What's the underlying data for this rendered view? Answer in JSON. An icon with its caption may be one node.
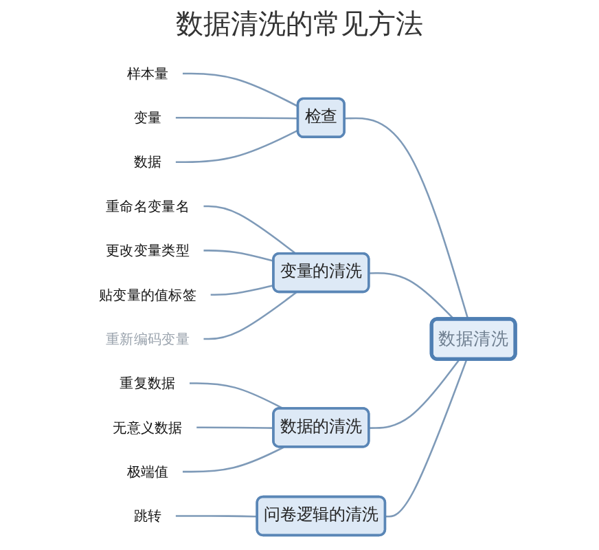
{
  "diagram": {
    "title": "数据清洗的常见方法",
    "nodes": [
      {
        "text": [
          "数据清洗"
        ]
      },
      {
        "text": [
          "检查"
        ]
      },
      {
        "text": [
          "样本量"
        ]
      },
      {
        "text": [
          "变量"
        ]
      },
      {
        "text": [
          "数据"
        ]
      },
      {
        "text": [
          "变量的清洗"
        ]
      },
      {
        "text": [
          "重命名变量名"
        ]
      },
      {
        "text": [
          "更改变量类型"
        ]
      },
      {
        "text": [
          "贴变量的值标签"
        ]
      },
      {
        "text": [
          "重新编码变量"
        ]
      },
      {
        "text": [
          "数据的清洗"
        ]
      },
      {
        "text": [
          "重复数据"
        ]
      },
      {
        "text": [
          "无意义数据"
        ]
      },
      {
        "text": [
          "极端值"
        ]
      },
      {
        "text": [
          "问卷逻辑的清洗"
        ]
      },
      {
        "text": [
          "跳转"
        ]
      }
    ],
    "edges": [
      {
        "from": 0,
        "to": 1,
        "arrow": "none"
      },
      {
        "from": 1,
        "to": 2,
        "arrow": "none"
      },
      {
        "from": 1,
        "to": 3,
        "arrow": "none"
      },
      {
        "from": 1,
        "to": 4,
        "arrow": "none"
      },
      {
        "from": 0,
        "to": 5,
        "arrow": "none"
      },
      {
        "from": 5,
        "to": 6,
        "arrow": "none"
      },
      {
        "from": 5,
        "to": 7,
        "arrow": "none"
      },
      {
        "from": 5,
        "to": 8,
        "arrow": "none"
      },
      {
        "from": 5,
        "to": 9,
        "arrow": "none"
      },
      {
        "from": 0,
        "to": 10,
        "arrow": "none"
      },
      {
        "from": 10,
        "to": 11,
        "arrow": "none"
      },
      {
        "from": 10,
        "to": 12,
        "arrow": "none"
      },
      {
        "from": 10,
        "to": 13,
        "arrow": "none"
      },
      {
        "from": 0,
        "to": 14,
        "arrow": "none"
      },
      {
        "from": 14,
        "to": 15,
        "arrow": "none"
      }
    ]
  }
}
